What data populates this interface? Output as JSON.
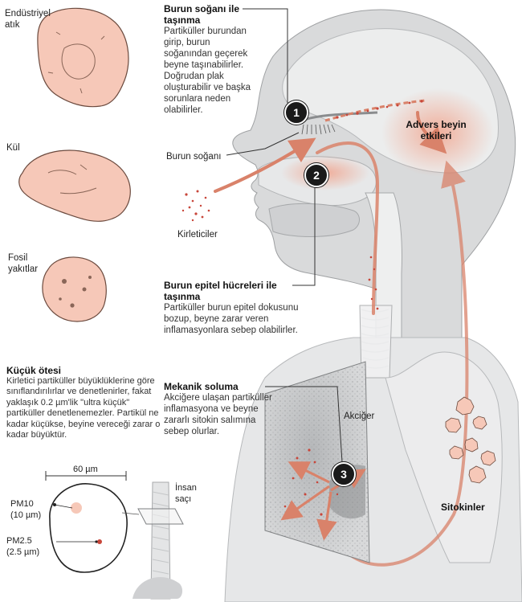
{
  "particles": {
    "industrial": "Endüstriyel\natık",
    "ash": "Kül",
    "fossil": "Fosil\nyakıtlar"
  },
  "small_size": {
    "title": "Küçük ötesi",
    "text": "Kirletici partiküller büyüklüklerine göre sınıflandırılırlar ve denetlenirler, fakat yaklaşık 0.2 µm'lik \"ultra küçük\" partiküller denetlenemezler. Partikül ne kadar küçükse, beyine vereceği zarar o kadar büyüktür."
  },
  "scale": {
    "width": "60 µm",
    "pm10": "PM10\n(10 µm)",
    "pm25": "PM2.5\n(2.5 µm)",
    "hair": "İnsan\nsaçı"
  },
  "step1": {
    "number": "1",
    "title": "Burun soğanı ile\ntaşınma",
    "text": "Partiküller burundan\ngirip, burun\nsoğanından geçerek\nbeyne taşınabilirler.\nDoğrudan plak\noluşturabilir ve başka\nsorunlara neden\nolabilirler."
  },
  "step2": {
    "number": "2",
    "title": "Burun epitel hücreleri ile\ntaşınma",
    "text": "Partiküller burun epitel dokusunu\nbozup, beyne zarar veren\ninflamasyonlara sebep olabilirler."
  },
  "step3": {
    "number": "3",
    "title": "Mekanik soluma",
    "text": "Akciğere ulaşan partiküller\ninflamasyona ve beyne\nzararlı sitokin salımına\nsebep olurlar."
  },
  "labels": {
    "olfactory_bulb": "Burun soğanı",
    "pollutants": "Kirleticiler",
    "brain_effects": "Advers beyin\netkileri",
    "lung": "Akciğer",
    "cytokines": "Sitokinler"
  },
  "colors": {
    "particle": "#f6c8b8",
    "particle_stroke": "#6b4a3e",
    "head": "#d9dadb",
    "head_dark": "#b9bbbd",
    "arrow": "#d9826a",
    "dots": "#c8463a",
    "glow": "#f7b9a6"
  }
}
